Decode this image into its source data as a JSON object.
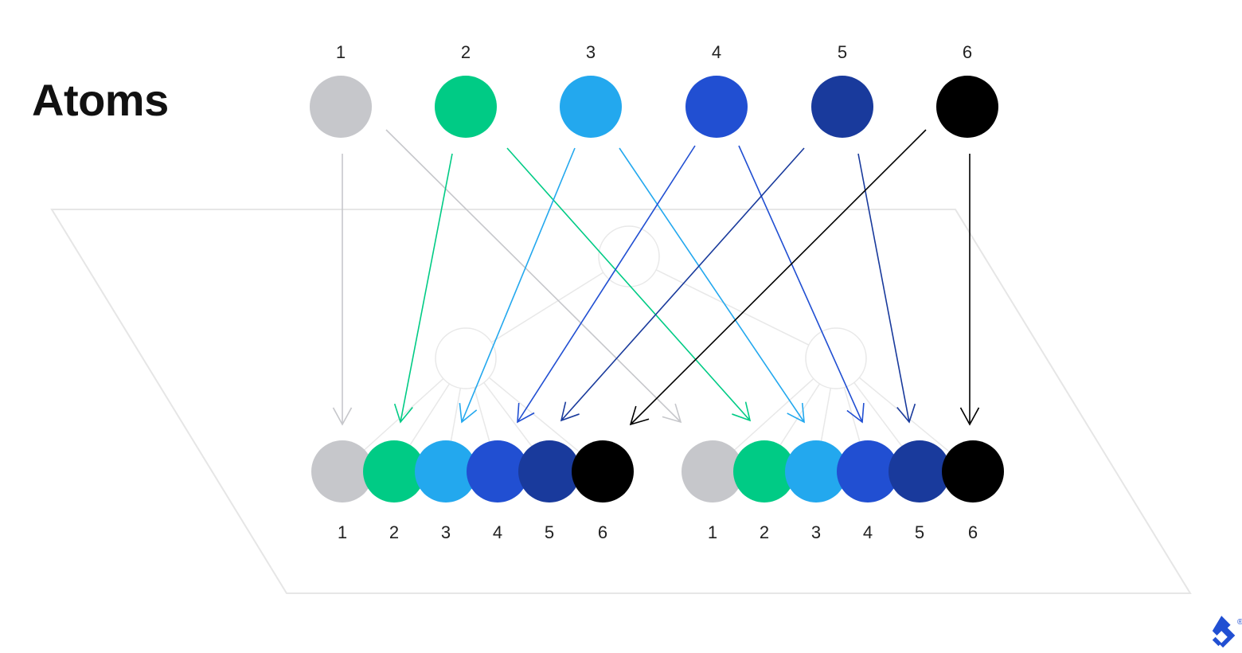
{
  "title": "Atoms",
  "atoms": [
    {
      "label": "1",
      "color": "#C6C7CB"
    },
    {
      "label": "2",
      "color": "#00CB85"
    },
    {
      "label": "3",
      "color": "#23A8EE"
    },
    {
      "label": "4",
      "color": "#214FD2"
    },
    {
      "label": "5",
      "color": "#193A9C"
    },
    {
      "label": "6",
      "color": "#000000"
    }
  ],
  "groups": [
    {
      "labels": [
        "1",
        "2",
        "3",
        "4",
        "5",
        "6"
      ]
    },
    {
      "labels": [
        "1",
        "2",
        "3",
        "4",
        "5",
        "6"
      ]
    }
  ],
  "plane_color": "#E6E6E6",
  "logo": "toptal-logo-icon"
}
